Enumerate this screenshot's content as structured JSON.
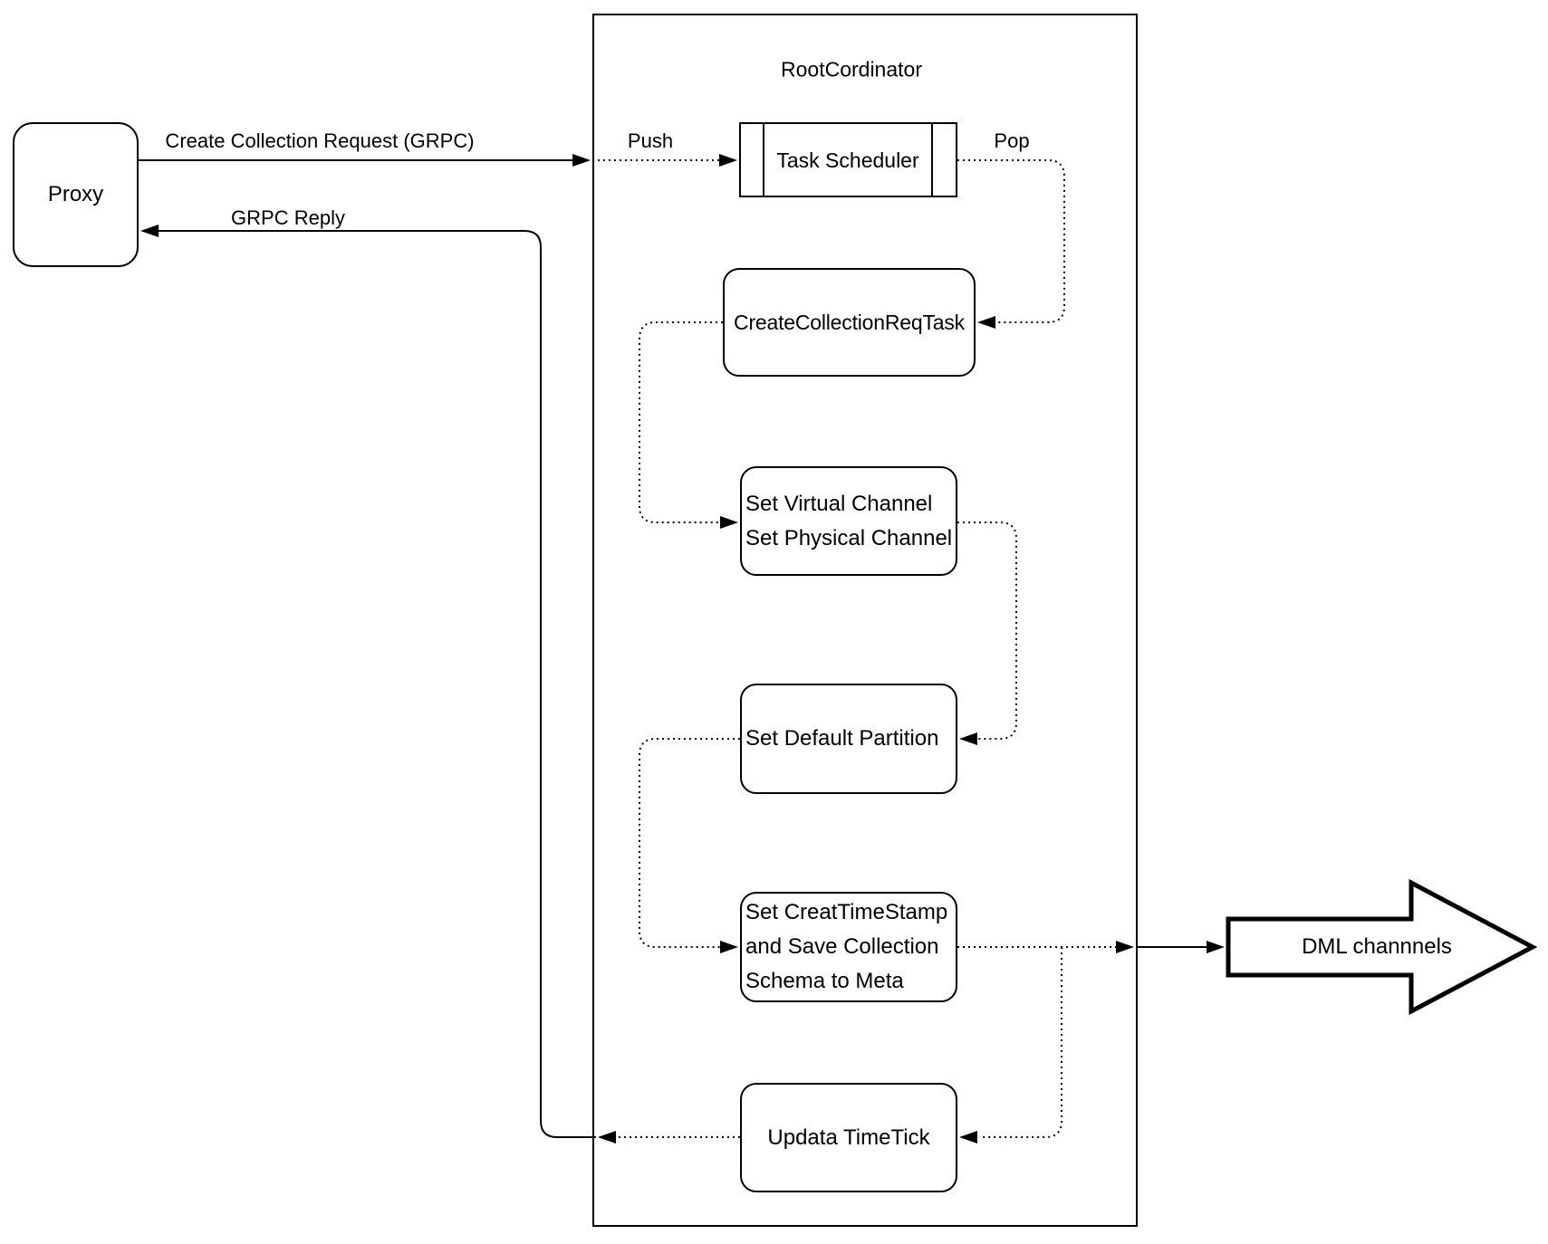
{
  "diagram": {
    "proxy": {
      "label": "Proxy"
    },
    "container": {
      "title": "RootCordinator"
    },
    "nodes": {
      "task_scheduler": {
        "label": "Task Scheduler"
      },
      "create_collection_req_task": {
        "label": "CreateCollectionReqTask"
      },
      "set_channels": {
        "lines": [
          "Set Virtual Channel",
          "Set Physical Channel"
        ]
      },
      "set_default_partition": {
        "label": "Set Default Partition"
      },
      "set_creat_timestamp": {
        "lines": [
          "Set CreatTimeStamp",
          "and Save Collection",
          "Schema to Meta"
        ]
      },
      "updata_timetick": {
        "label": "Updata TimeTick"
      }
    },
    "edges": {
      "create_collection_request": {
        "label": "Create Collection Request (GRPC)"
      },
      "grpc_reply": {
        "label": "GRPC Reply"
      },
      "push": {
        "label": "Push"
      },
      "pop": {
        "label": "Pop"
      }
    },
    "output": {
      "dml_channels": {
        "label": "DML channnels"
      }
    },
    "colors": {
      "stroke": "#000000",
      "background": "#ffffff"
    }
  }
}
